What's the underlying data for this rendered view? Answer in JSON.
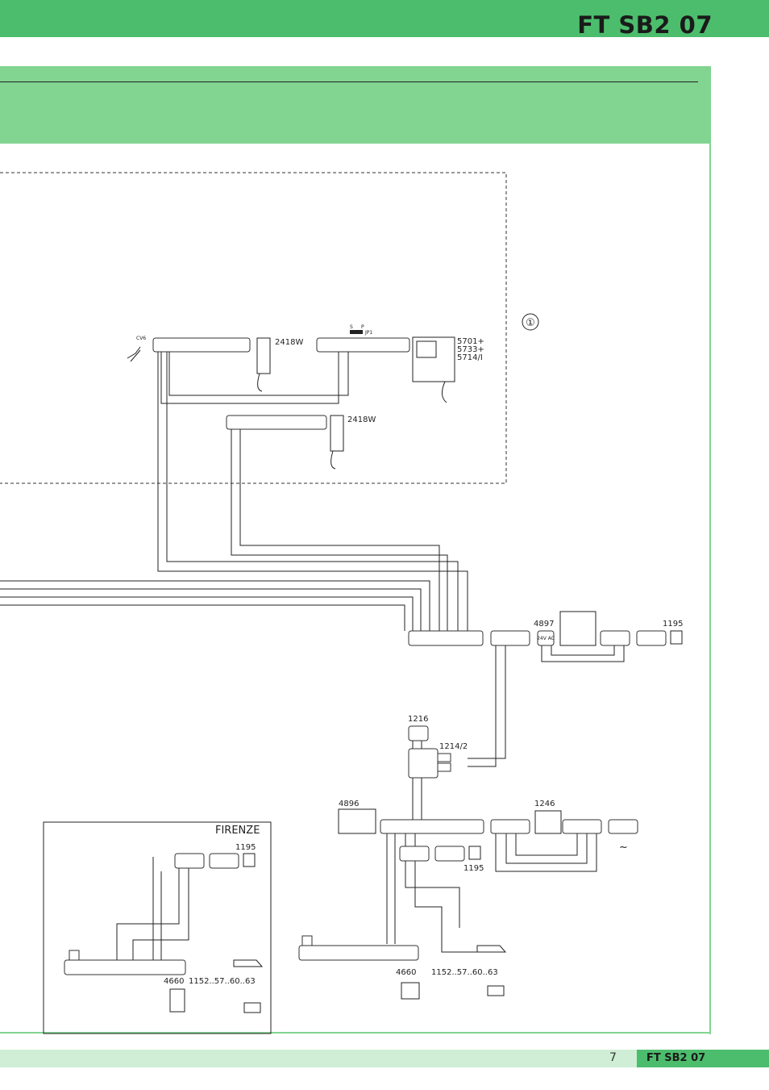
{
  "header": {
    "title": "FT SB2 07"
  },
  "footer": {
    "page_number": "7",
    "title": "FT SB2 07"
  },
  "diagram": {
    "circle_marker": "①",
    "switch_label_s": "S",
    "switch_label_p": "P",
    "switch_jp": "JP1",
    "cv6": "CV6",
    "handset_2418w_a": "2418W",
    "handset_2418w_b": "2418W",
    "monitor_models": [
      "5701+",
      "5733+",
      "5714/I"
    ],
    "dev_4897": "4897",
    "dev_1195_a": "1195",
    "dev_1216": "1216",
    "dev_1214": "1214/2",
    "dev_4896": "4896",
    "dev_1246": "1246",
    "dev_1195_b": "1195",
    "dev_4660_a": "4660",
    "dev_1152_a": "1152..57..60..63",
    "firenze": "FIRENZE",
    "dev_1195_c": "1195",
    "dev_4660_b": "4660",
    "dev_1152_b": "1152..57..60..63",
    "ac_label": "24V AC"
  }
}
